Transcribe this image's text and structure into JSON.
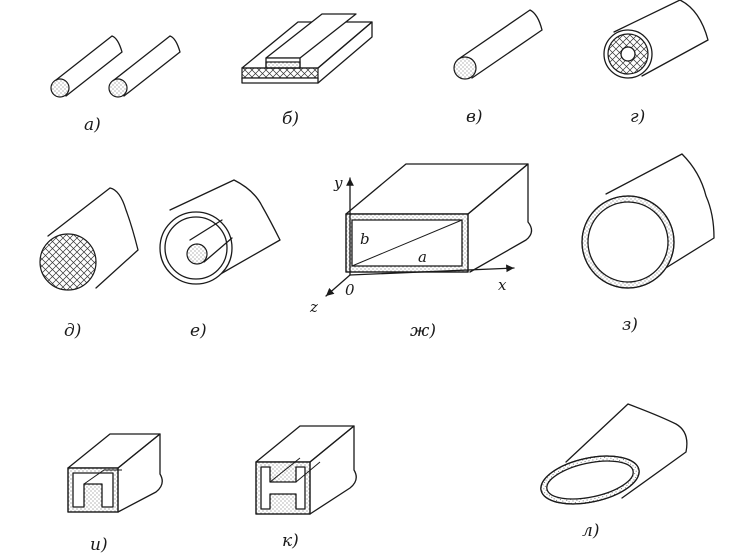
{
  "labels": {
    "a": "а)",
    "b": "б)",
    "v": "в)",
    "g": "г)",
    "d": "д)",
    "e": "е)",
    "zh": "ж)",
    "z": "з)",
    "i": "и)",
    "k": "к)",
    "l": "л)"
  },
  "axes": {
    "y": "y",
    "x": "x",
    "z": "z",
    "origin": "0",
    "a": "a",
    "b": "b"
  },
  "colors": {
    "ink": "#1a1a1a",
    "paper": "#ffffff"
  }
}
